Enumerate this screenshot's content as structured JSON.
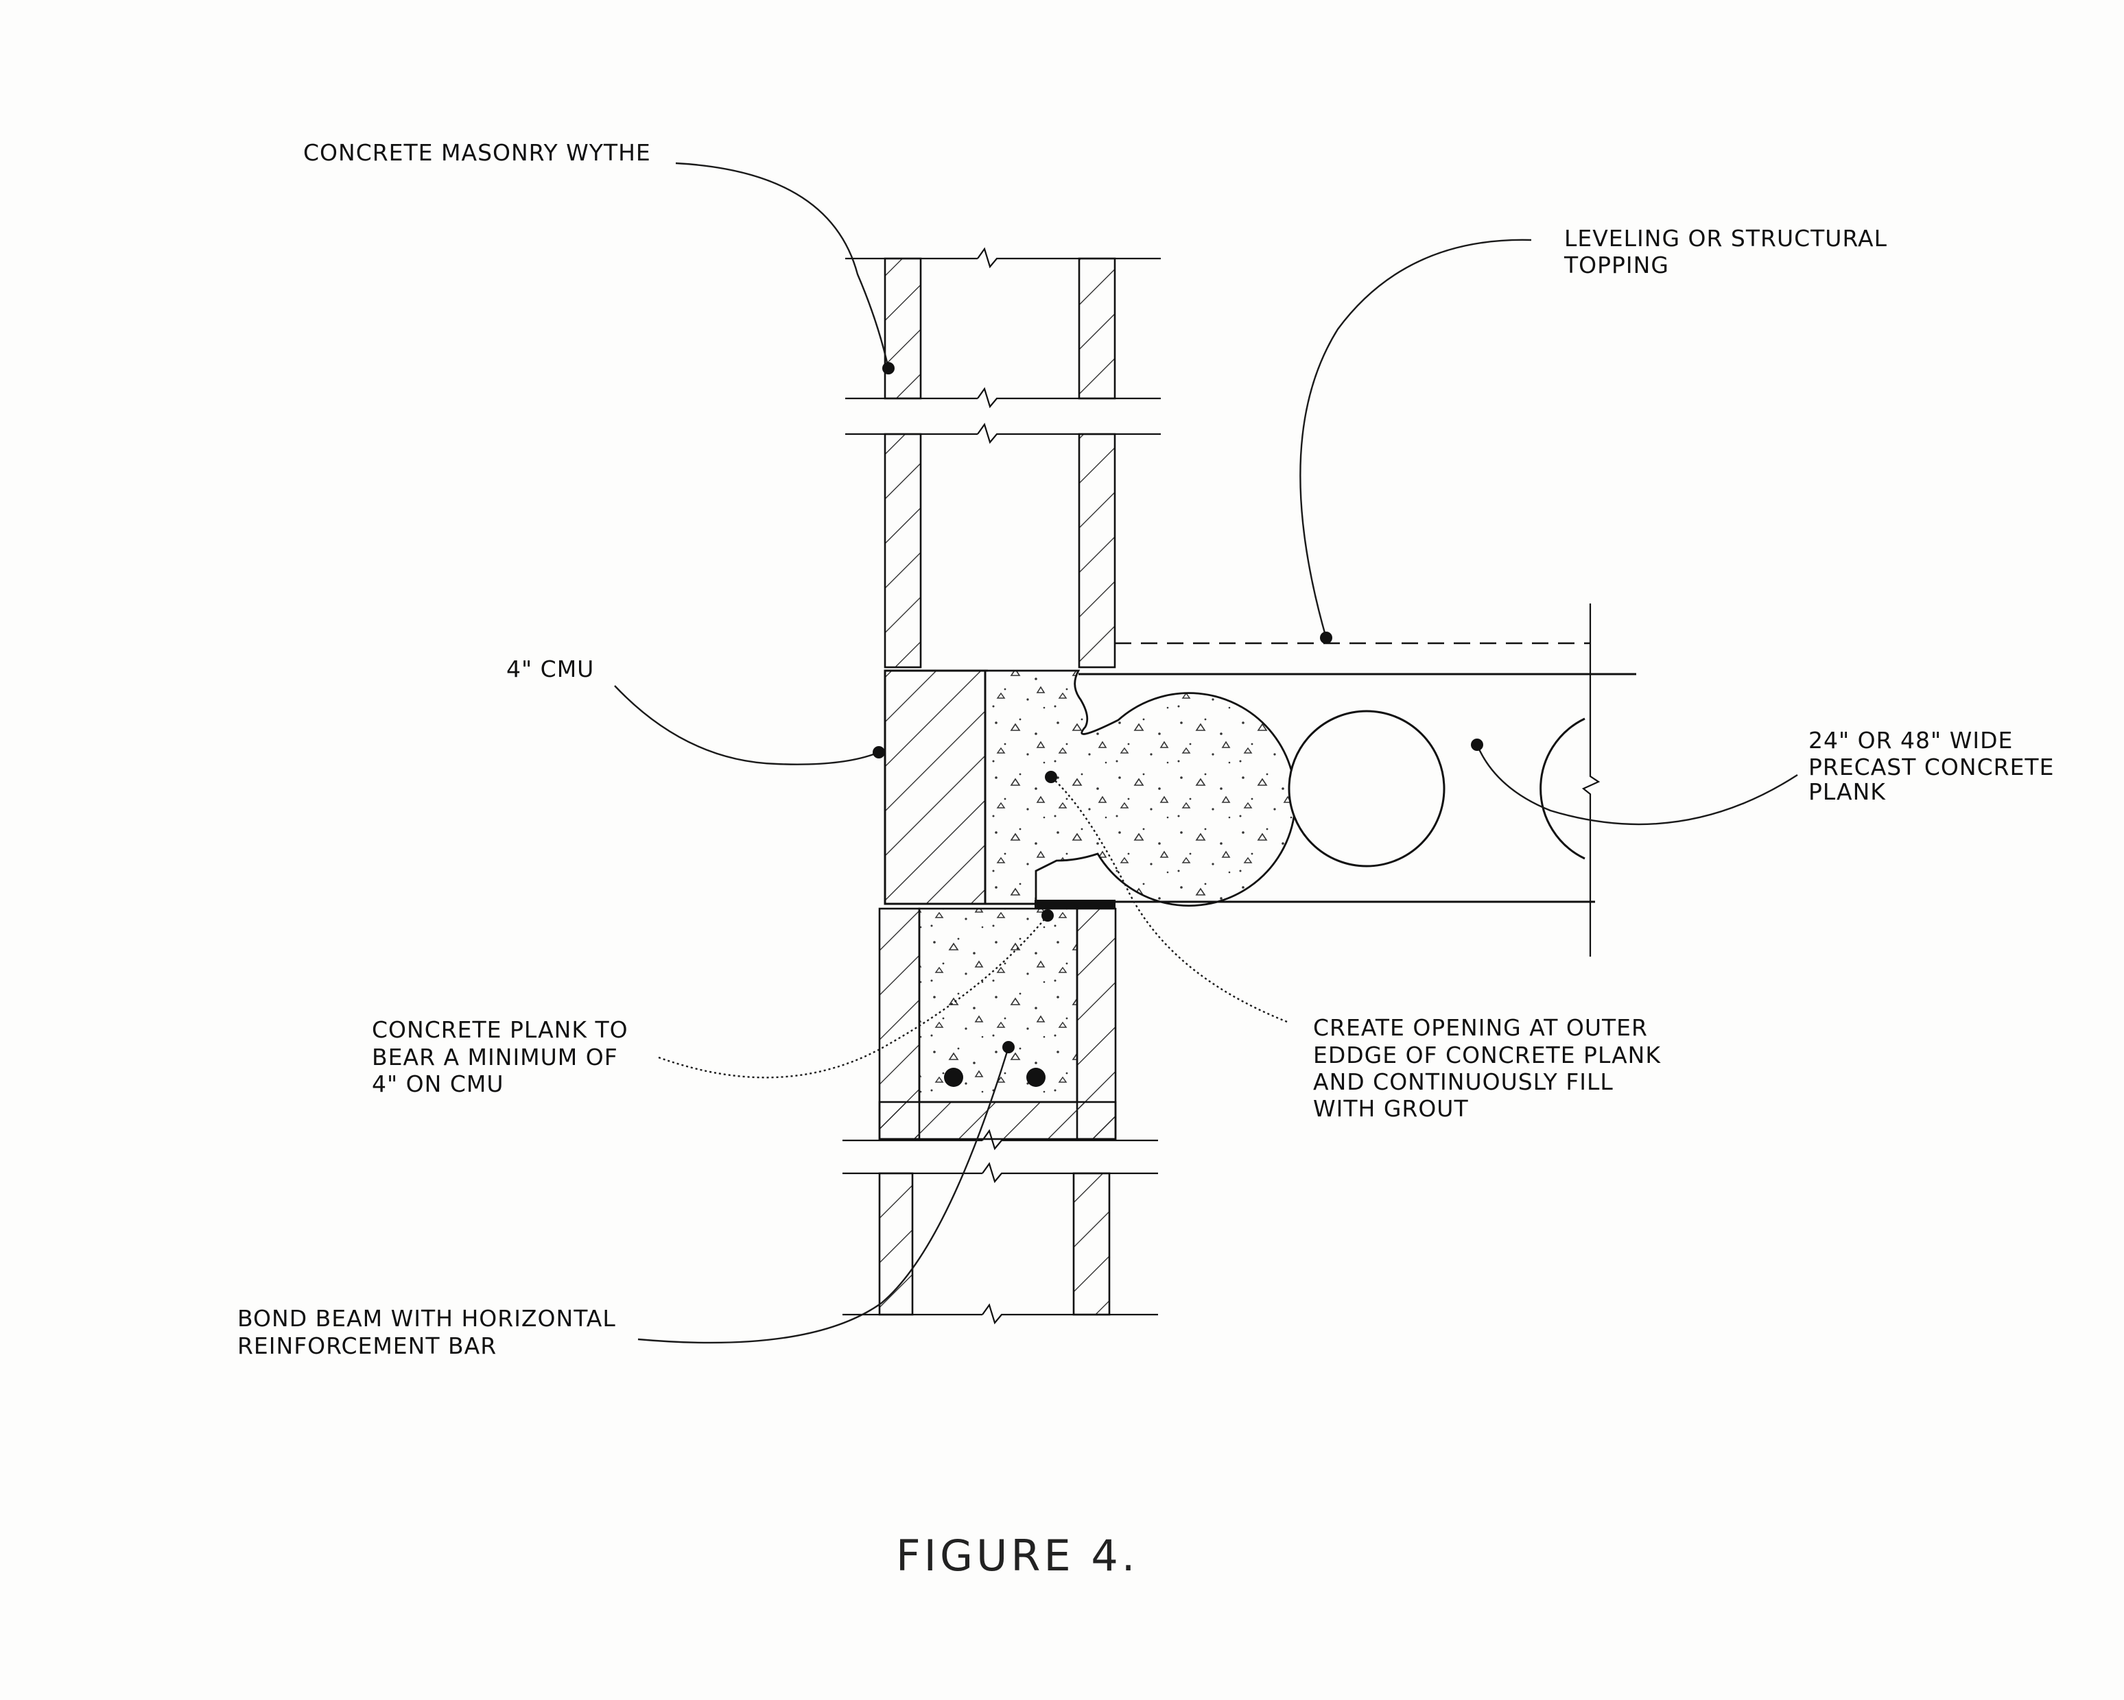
{
  "figure": {
    "caption": "FIGURE 4."
  },
  "labels": {
    "masonry_wythe": "CONCRETE MASONRY WYTHE",
    "topping": [
      "LEVELING OR STRUCTURAL",
      "TOPPING"
    ],
    "cmu": "4\" CMU",
    "plank": [
      "24\" OR 48\" WIDE",
      "PRECAST CONCRETE",
      "PLANK"
    ],
    "bearing": [
      "CONCRETE PLANK TO",
      "BEAR A MINIMUM OF",
      "4\" ON CMU"
    ],
    "opening": [
      "CREATE OPENING AT OUTER",
      "EDDGE OF CONCRETE PLANK",
      "AND CONTINUOUSLY FILL",
      "WITH GROUT"
    ],
    "bond_beam": [
      "BOND BEAM WITH HORIZONTAL",
      "REINFORCEMENT BAR"
    ]
  },
  "colors": {
    "ink": "#111111",
    "paper": "#fdfdfc",
    "bearing_pad": "#111111"
  }
}
